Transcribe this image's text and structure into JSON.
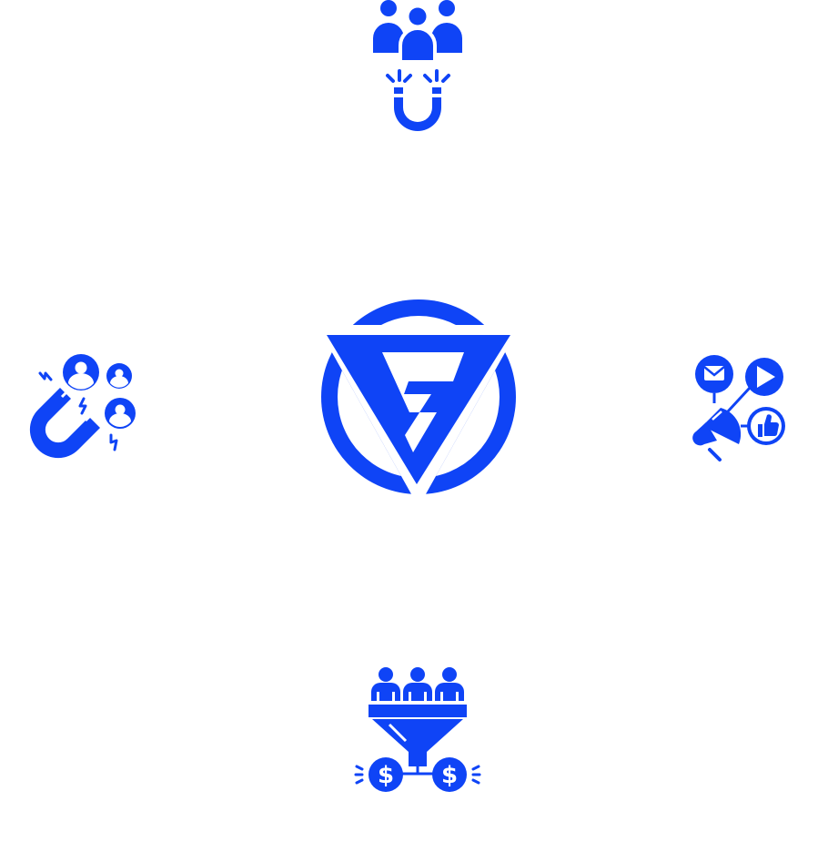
{
  "colors": {
    "brand": "#0f44f6",
    "background": "#ffffff"
  },
  "center_logo": {
    "icon": "triangle-a-logo"
  },
  "icons": [
    {
      "id": "top",
      "icon": "people-magnet-icon"
    },
    {
      "id": "left",
      "icon": "magnet-attract-users-icon"
    },
    {
      "id": "right",
      "icon": "megaphone-social-media-icon"
    },
    {
      "id": "bottom",
      "icon": "sales-funnel-dollar-icon"
    }
  ]
}
